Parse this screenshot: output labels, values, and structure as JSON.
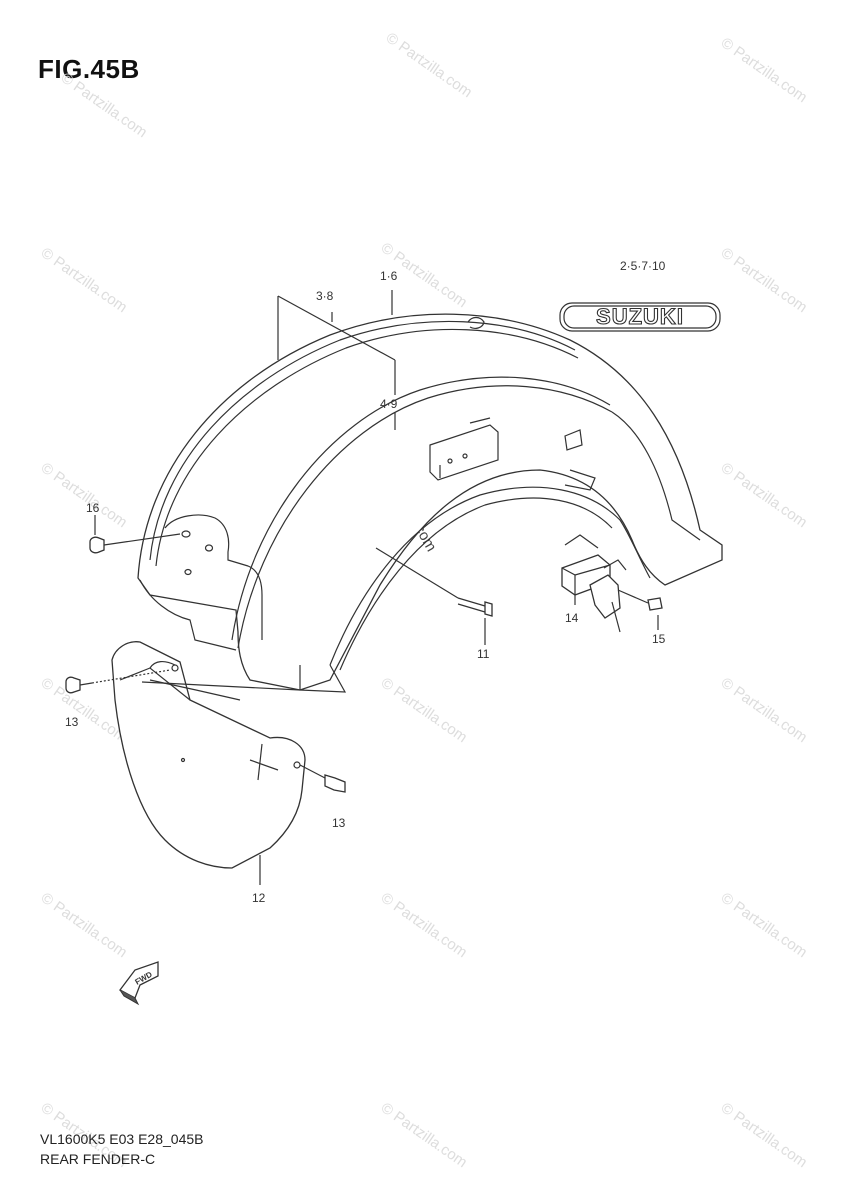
{
  "figure": {
    "title": "FIG.45B",
    "footer_code": "VL1600K5 E03 E28_045B",
    "footer_name": "REAR FENDER-C"
  },
  "emblem_text": "SUZUKI",
  "direction_marker": "FWD",
  "watermark_text": "© Partzilla.com",
  "callouts": [
    {
      "id": "callout-2-5-7-10",
      "text": "2·5·7·10"
    },
    {
      "id": "callout-1-6",
      "text": "1·6"
    },
    {
      "id": "callout-3-8",
      "text": "3·8"
    },
    {
      "id": "callout-4-9",
      "text": "4·9"
    },
    {
      "id": "callout-16",
      "text": "16"
    },
    {
      "id": "callout-14",
      "text": "14"
    },
    {
      "id": "callout-15",
      "text": "15"
    },
    {
      "id": "callout-11",
      "text": "11"
    },
    {
      "id": "callout-13a",
      "text": "13"
    },
    {
      "id": "callout-13b",
      "text": "13"
    },
    {
      "id": "callout-12",
      "text": "12"
    }
  ]
}
